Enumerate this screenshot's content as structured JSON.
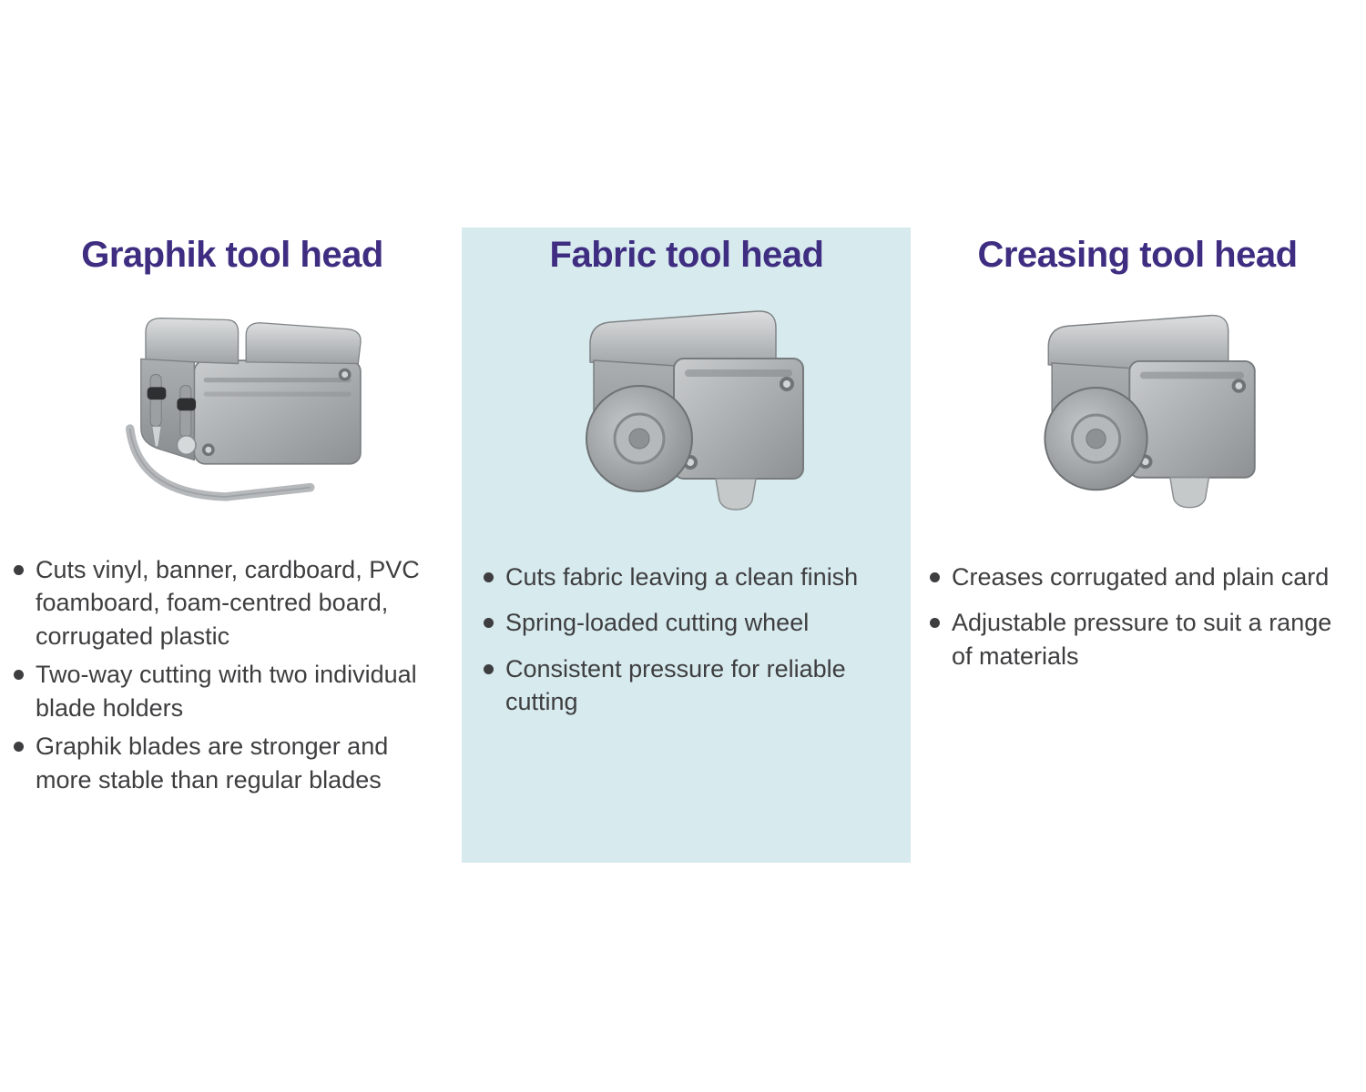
{
  "page": {
    "kind": "product-feature-comparison"
  },
  "colors": {
    "heading_purple": "#3e2d80",
    "highlight_background": "#d7eaee",
    "body_text": "#3e3e40",
    "page_background": "#ffffff"
  },
  "columns": [
    {
      "title": "Graphik tool head",
      "image": "graphik-tool-head-render",
      "highlighted": false,
      "bullets": [
        "Cuts vinyl, banner, cardboard, PVC foamboard, foam-centred board, corrugated plastic",
        "Two-way cutting with two individual blade holders",
        "Graphik blades are stronger and more stable than regular blades"
      ]
    },
    {
      "title": "Fabric tool head",
      "image": "fabric-tool-head-render",
      "highlighted": true,
      "bullets": [
        "Cuts fabric leaving a clean finish",
        "Spring-loaded cutting wheel",
        "Consistent pressure for reliable cutting"
      ]
    },
    {
      "title": "Creasing tool head",
      "image": "creasing-tool-head-render",
      "highlighted": false,
      "bullets": [
        "Creases corrugated and plain card",
        "Adjustable pressure to suit a range of materials"
      ]
    }
  ]
}
